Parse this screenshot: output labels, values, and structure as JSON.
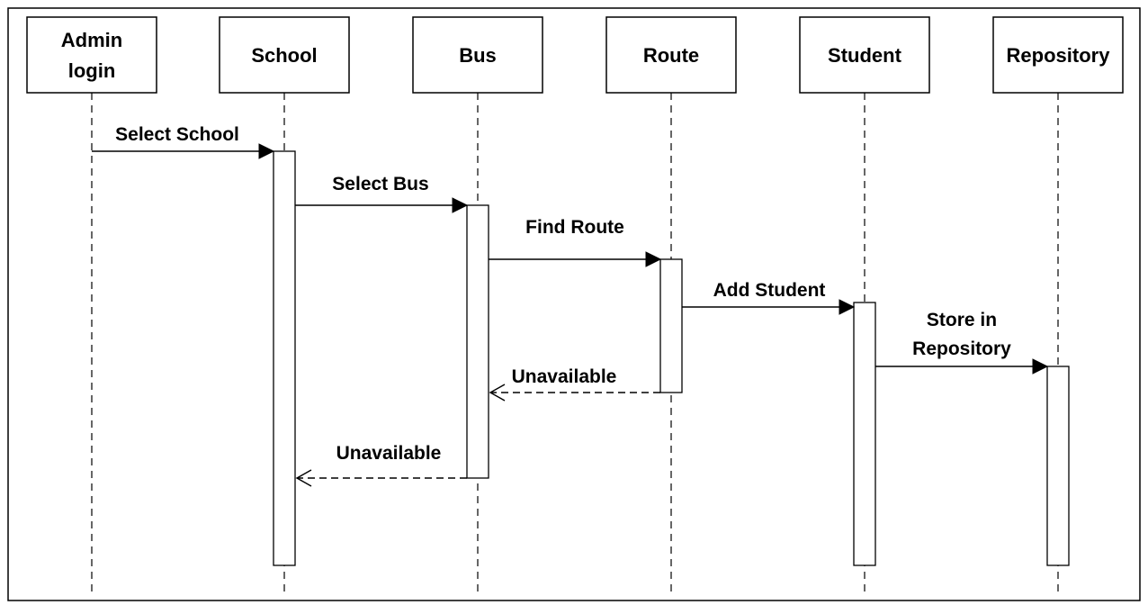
{
  "participants": [
    {
      "id": "admin",
      "lines": [
        "Admin",
        "login"
      ]
    },
    {
      "id": "school",
      "lines": [
        "School"
      ]
    },
    {
      "id": "bus",
      "lines": [
        "Bus"
      ]
    },
    {
      "id": "route",
      "lines": [
        "Route"
      ]
    },
    {
      "id": "student",
      "lines": [
        "Student"
      ]
    },
    {
      "id": "repository",
      "lines": [
        "Repository"
      ]
    }
  ],
  "messages": [
    {
      "id": "select-school",
      "from": "admin",
      "to": "school",
      "kind": "sync",
      "lines": [
        "Select School"
      ]
    },
    {
      "id": "select-bus",
      "from": "school",
      "to": "bus",
      "kind": "sync",
      "lines": [
        "Select Bus"
      ]
    },
    {
      "id": "find-route",
      "from": "bus",
      "to": "route",
      "kind": "sync",
      "lines": [
        "Find Route"
      ]
    },
    {
      "id": "add-student",
      "from": "route",
      "to": "student",
      "kind": "sync",
      "lines": [
        "Add Student"
      ]
    },
    {
      "id": "store-in-repository",
      "from": "student",
      "to": "repository",
      "kind": "sync",
      "lines": [
        "Store in",
        "Repository"
      ]
    },
    {
      "id": "route-unavailable",
      "from": "route",
      "to": "bus",
      "kind": "return",
      "lines": [
        "Unavailable"
      ]
    },
    {
      "id": "bus-unavailable",
      "from": "bus",
      "to": "school",
      "kind": "return",
      "lines": [
        "Unavailable"
      ]
    }
  ]
}
